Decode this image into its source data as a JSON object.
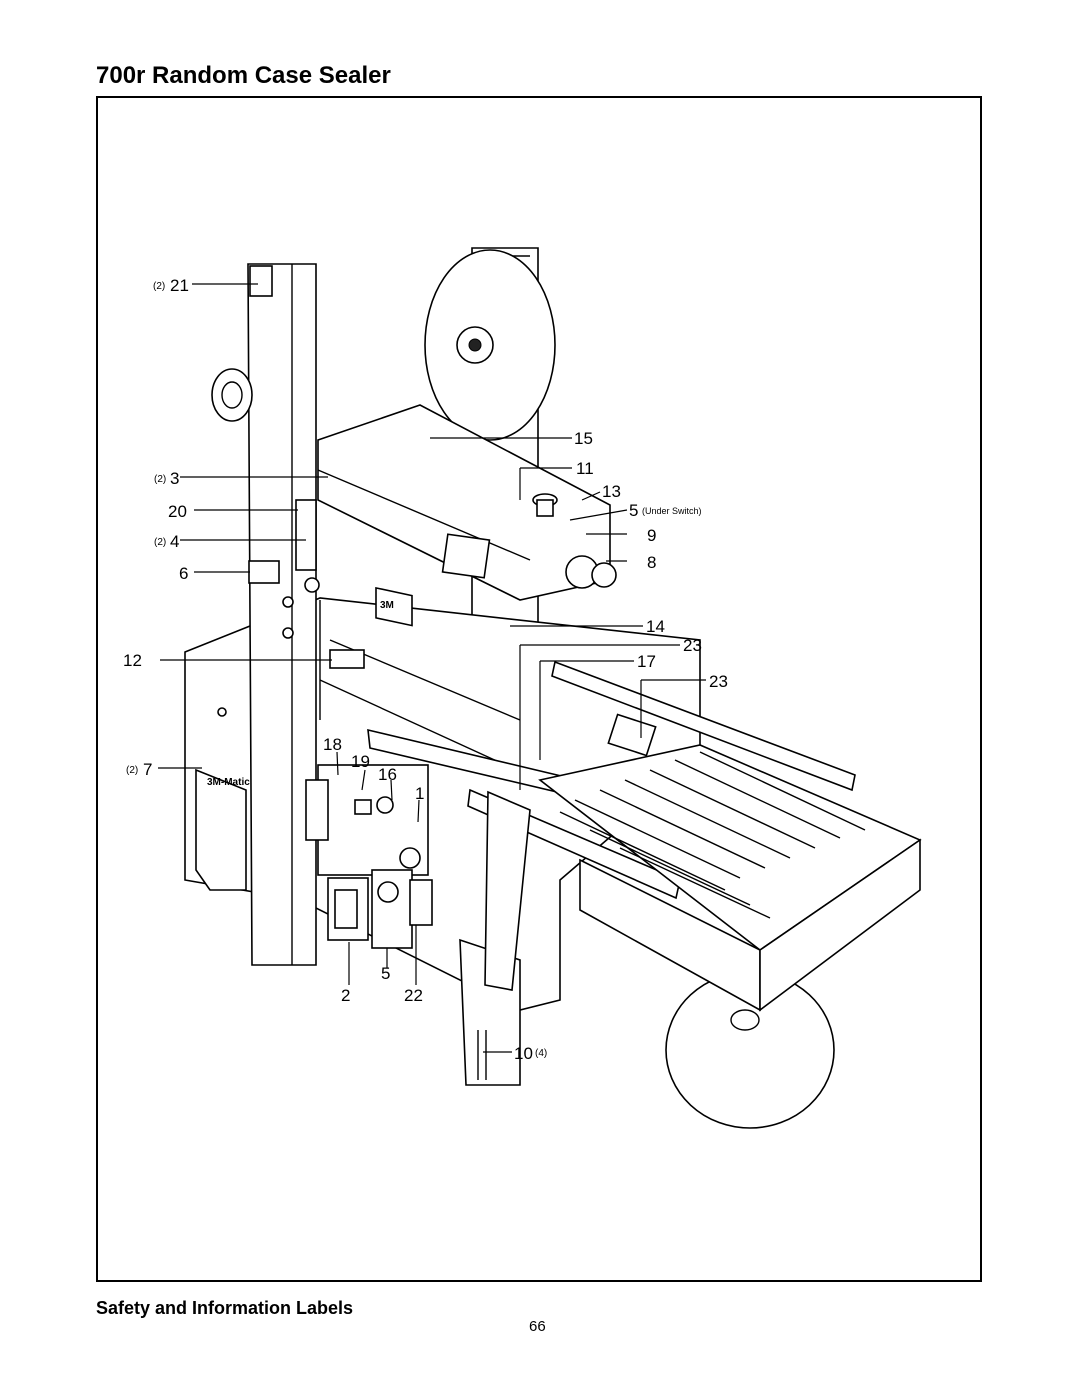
{
  "page": {
    "title": "700r Random Case Sealer",
    "caption": "Safety and Information Labels",
    "page_number": "66"
  },
  "callouts": {
    "c21": {
      "prefix": "(2)",
      "num": "21"
    },
    "c3": {
      "prefix": "(2)",
      "num": "3"
    },
    "c20": {
      "num": "20"
    },
    "c4": {
      "prefix": "(2)",
      "num": "4"
    },
    "c6": {
      "num": "6"
    },
    "c12": {
      "num": "12"
    },
    "c7": {
      "prefix": "(2)",
      "num": "7"
    },
    "c15": {
      "num": "15"
    },
    "c11": {
      "num": "11"
    },
    "c13": {
      "num": "13"
    },
    "c5top": {
      "num": "5",
      "note": "(Under Switch)"
    },
    "c9": {
      "num": "9"
    },
    "c8": {
      "num": "8"
    },
    "c14": {
      "num": "14"
    },
    "c23a": {
      "num": "23"
    },
    "c17": {
      "num": "17"
    },
    "c23b": {
      "num": "23"
    },
    "c18": {
      "num": "18"
    },
    "c19": {
      "num": "19"
    },
    "c16": {
      "num": "16"
    },
    "c1": {
      "num": "1"
    },
    "c2": {
      "num": "2"
    },
    "c5bottom": {
      "num": "5"
    },
    "c22": {
      "num": "22"
    },
    "c10": {
      "num": "10",
      "suffix": "(4)"
    }
  },
  "machine_logo": "3M",
  "machine_brand": "3M-Matic"
}
